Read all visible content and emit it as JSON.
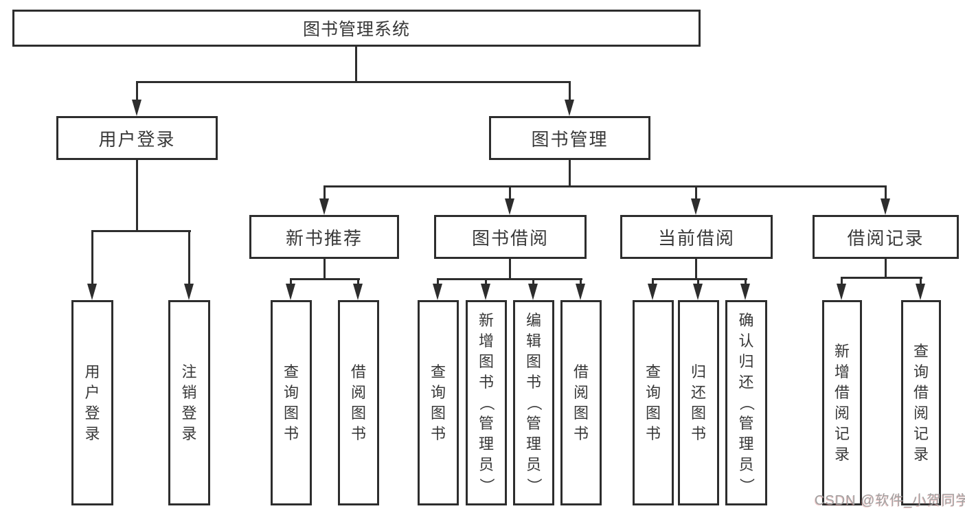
{
  "tree": {
    "label": "图书管理系统",
    "children": [
      {
        "label": "用户登录",
        "children": [
          {
            "label": "用户登录"
          },
          {
            "label": "注销登录"
          }
        ]
      },
      {
        "label": "图书管理",
        "children": [
          {
            "label": "新书推荐",
            "children": [
              {
                "label": "查询图书"
              },
              {
                "label": "借阅图书"
              }
            ]
          },
          {
            "label": "图书借阅",
            "children": [
              {
                "label": "查询图书"
              },
              {
                "label": "新增图书（管理员）"
              },
              {
                "label": "编辑图书（管理员）"
              },
              {
                "label": "借阅图书"
              }
            ]
          },
          {
            "label": "当前借阅",
            "children": [
              {
                "label": "查询图书"
              },
              {
                "label": "归还图书"
              },
              {
                "label": "确认归还（管理员）"
              }
            ]
          },
          {
            "label": "借阅记录",
            "children": [
              {
                "label": "新增借阅记录"
              },
              {
                "label": "查询借阅记录"
              }
            ]
          }
        ]
      }
    ]
  },
  "watermark": {
    "text": "CSDN @软件_小贺同学"
  },
  "colors": {
    "line": "#2d2d2d",
    "text": "#383838",
    "background": "#ffffff",
    "watermark": "#a2a2a2"
  }
}
